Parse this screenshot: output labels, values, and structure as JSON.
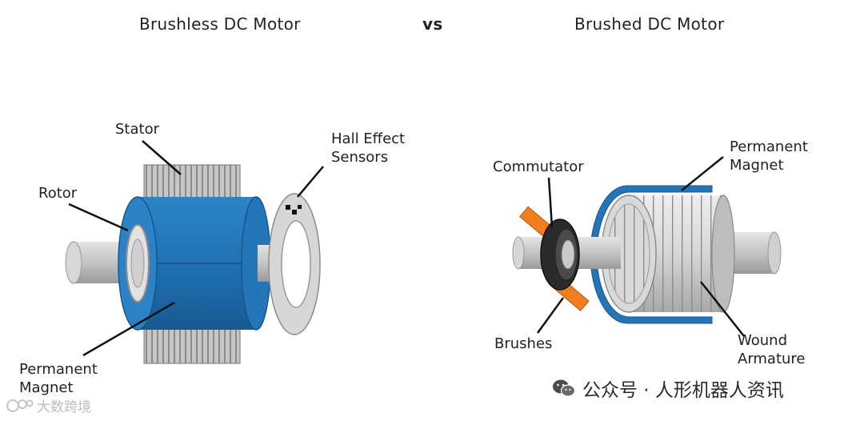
{
  "titles": {
    "left": "Brushless DC Motor",
    "center": "vs",
    "right": "Brushed DC Motor"
  },
  "brushless": {
    "stator": "Stator",
    "rotor": "Rotor",
    "hall_line1": "Hall Effect",
    "hall_line2": "Sensors",
    "magnet_line1": "Permanent",
    "magnet_line2": "Magnet"
  },
  "brushed": {
    "commutator": "Commutator",
    "brushes": "Brushes",
    "magnet_line1": "Permanent",
    "magnet_line2": "Magnet",
    "armature_line1": "Wound",
    "armature_line2": "Armature"
  },
  "watermarks": {
    "main": "公众号 · 人形机器人资讯",
    "main_icon": "wechat-icon",
    "corner": "大数跨境",
    "corner_icon": "logo-icon"
  },
  "colors": {
    "motor_blue": "#1f6fb0",
    "shaft_gray": "#c9c9c9",
    "brush_orange": "#f07d1e",
    "commutator_dark": "#2b2b2b"
  }
}
